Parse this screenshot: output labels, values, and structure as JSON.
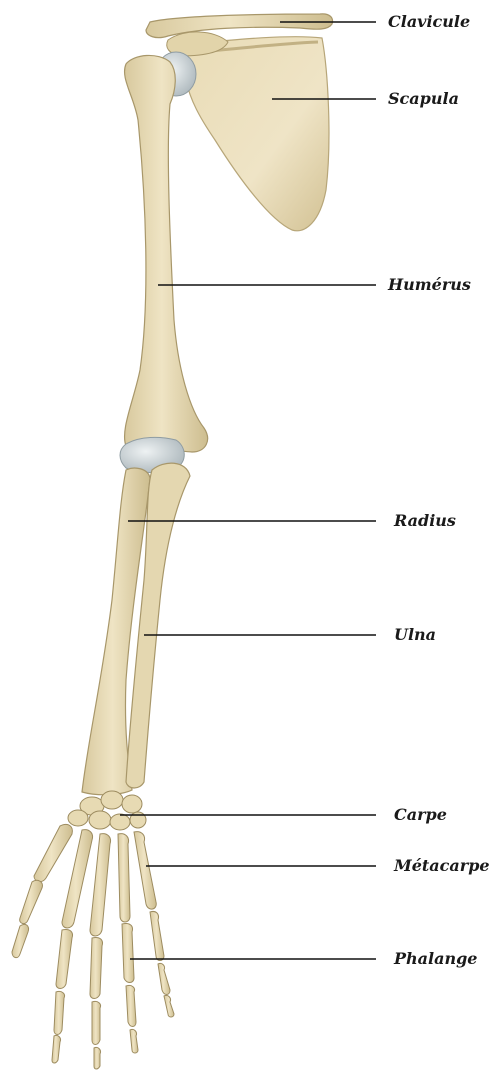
{
  "labels": {
    "clavicule": "Clavicule",
    "scapula": "Scapula",
    "humerus": "Humérus",
    "radius": "Radius",
    "ulna": "Ulna",
    "carpe": "Carpe",
    "metacarpe": "Métacarpe",
    "phalange": "Phalange"
  },
  "colors": {
    "bone": "#e6dab6",
    "bone_shade": "#c9b98c",
    "bone_outline": "#a8976a",
    "cartilage": "#c7d0d4",
    "leader_line": "#111111",
    "text": "#1a1a1a"
  }
}
